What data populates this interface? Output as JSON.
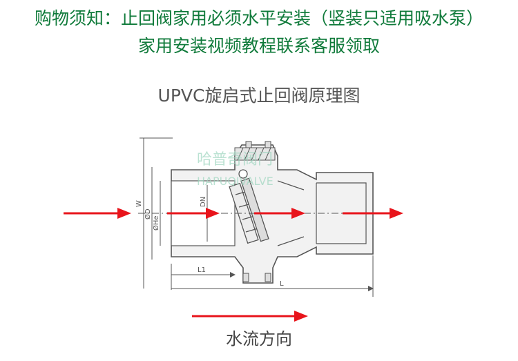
{
  "notice": {
    "line1": "购物须知：止回阀家用必须水平安装（竖装只适用吸水泵）",
    "line2": "家用安装视频教程联系客服领取"
  },
  "diagram": {
    "title": "UPVC旋启式止回阀原理图",
    "watermark_cn": "哈普奇阀门",
    "watermark_en": "HAPUQIVALVE",
    "labels": {
      "w": "W",
      "d": "ØD",
      "he": "ØHe",
      "dn": "DN",
      "l1": "L1",
      "l": "L"
    },
    "flow_caption": "水流方向",
    "colors": {
      "notice_text": "#0f7a3a",
      "arrow": "#e8141b",
      "line": "#555555",
      "body_fill": "#f2f2f2"
    }
  }
}
